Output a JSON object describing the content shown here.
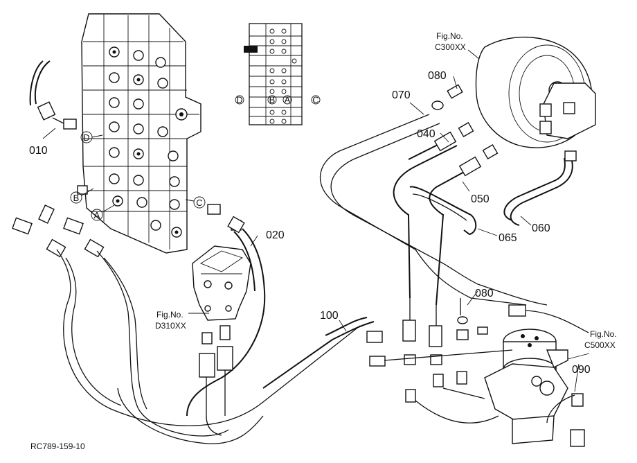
{
  "parts": {
    "p010": "010",
    "p020": "020",
    "p040": "040",
    "p050": "050",
    "p060": "060",
    "p065": "065",
    "p070": "070",
    "p080a": "080",
    "p080b": "080",
    "p090": "090",
    "p100": "100"
  },
  "ports": {
    "a": "A",
    "b": "B",
    "c": "C",
    "d": "D"
  },
  "figrefs": {
    "c300_title": "Fig.No.",
    "c300_code": "C300XX",
    "d310_title": "Fig.No.",
    "d310_code": "D310XX",
    "c500_title": "Fig.No.",
    "c500_code": "C500XX"
  },
  "footer": {
    "code": "RC789-159-10"
  }
}
